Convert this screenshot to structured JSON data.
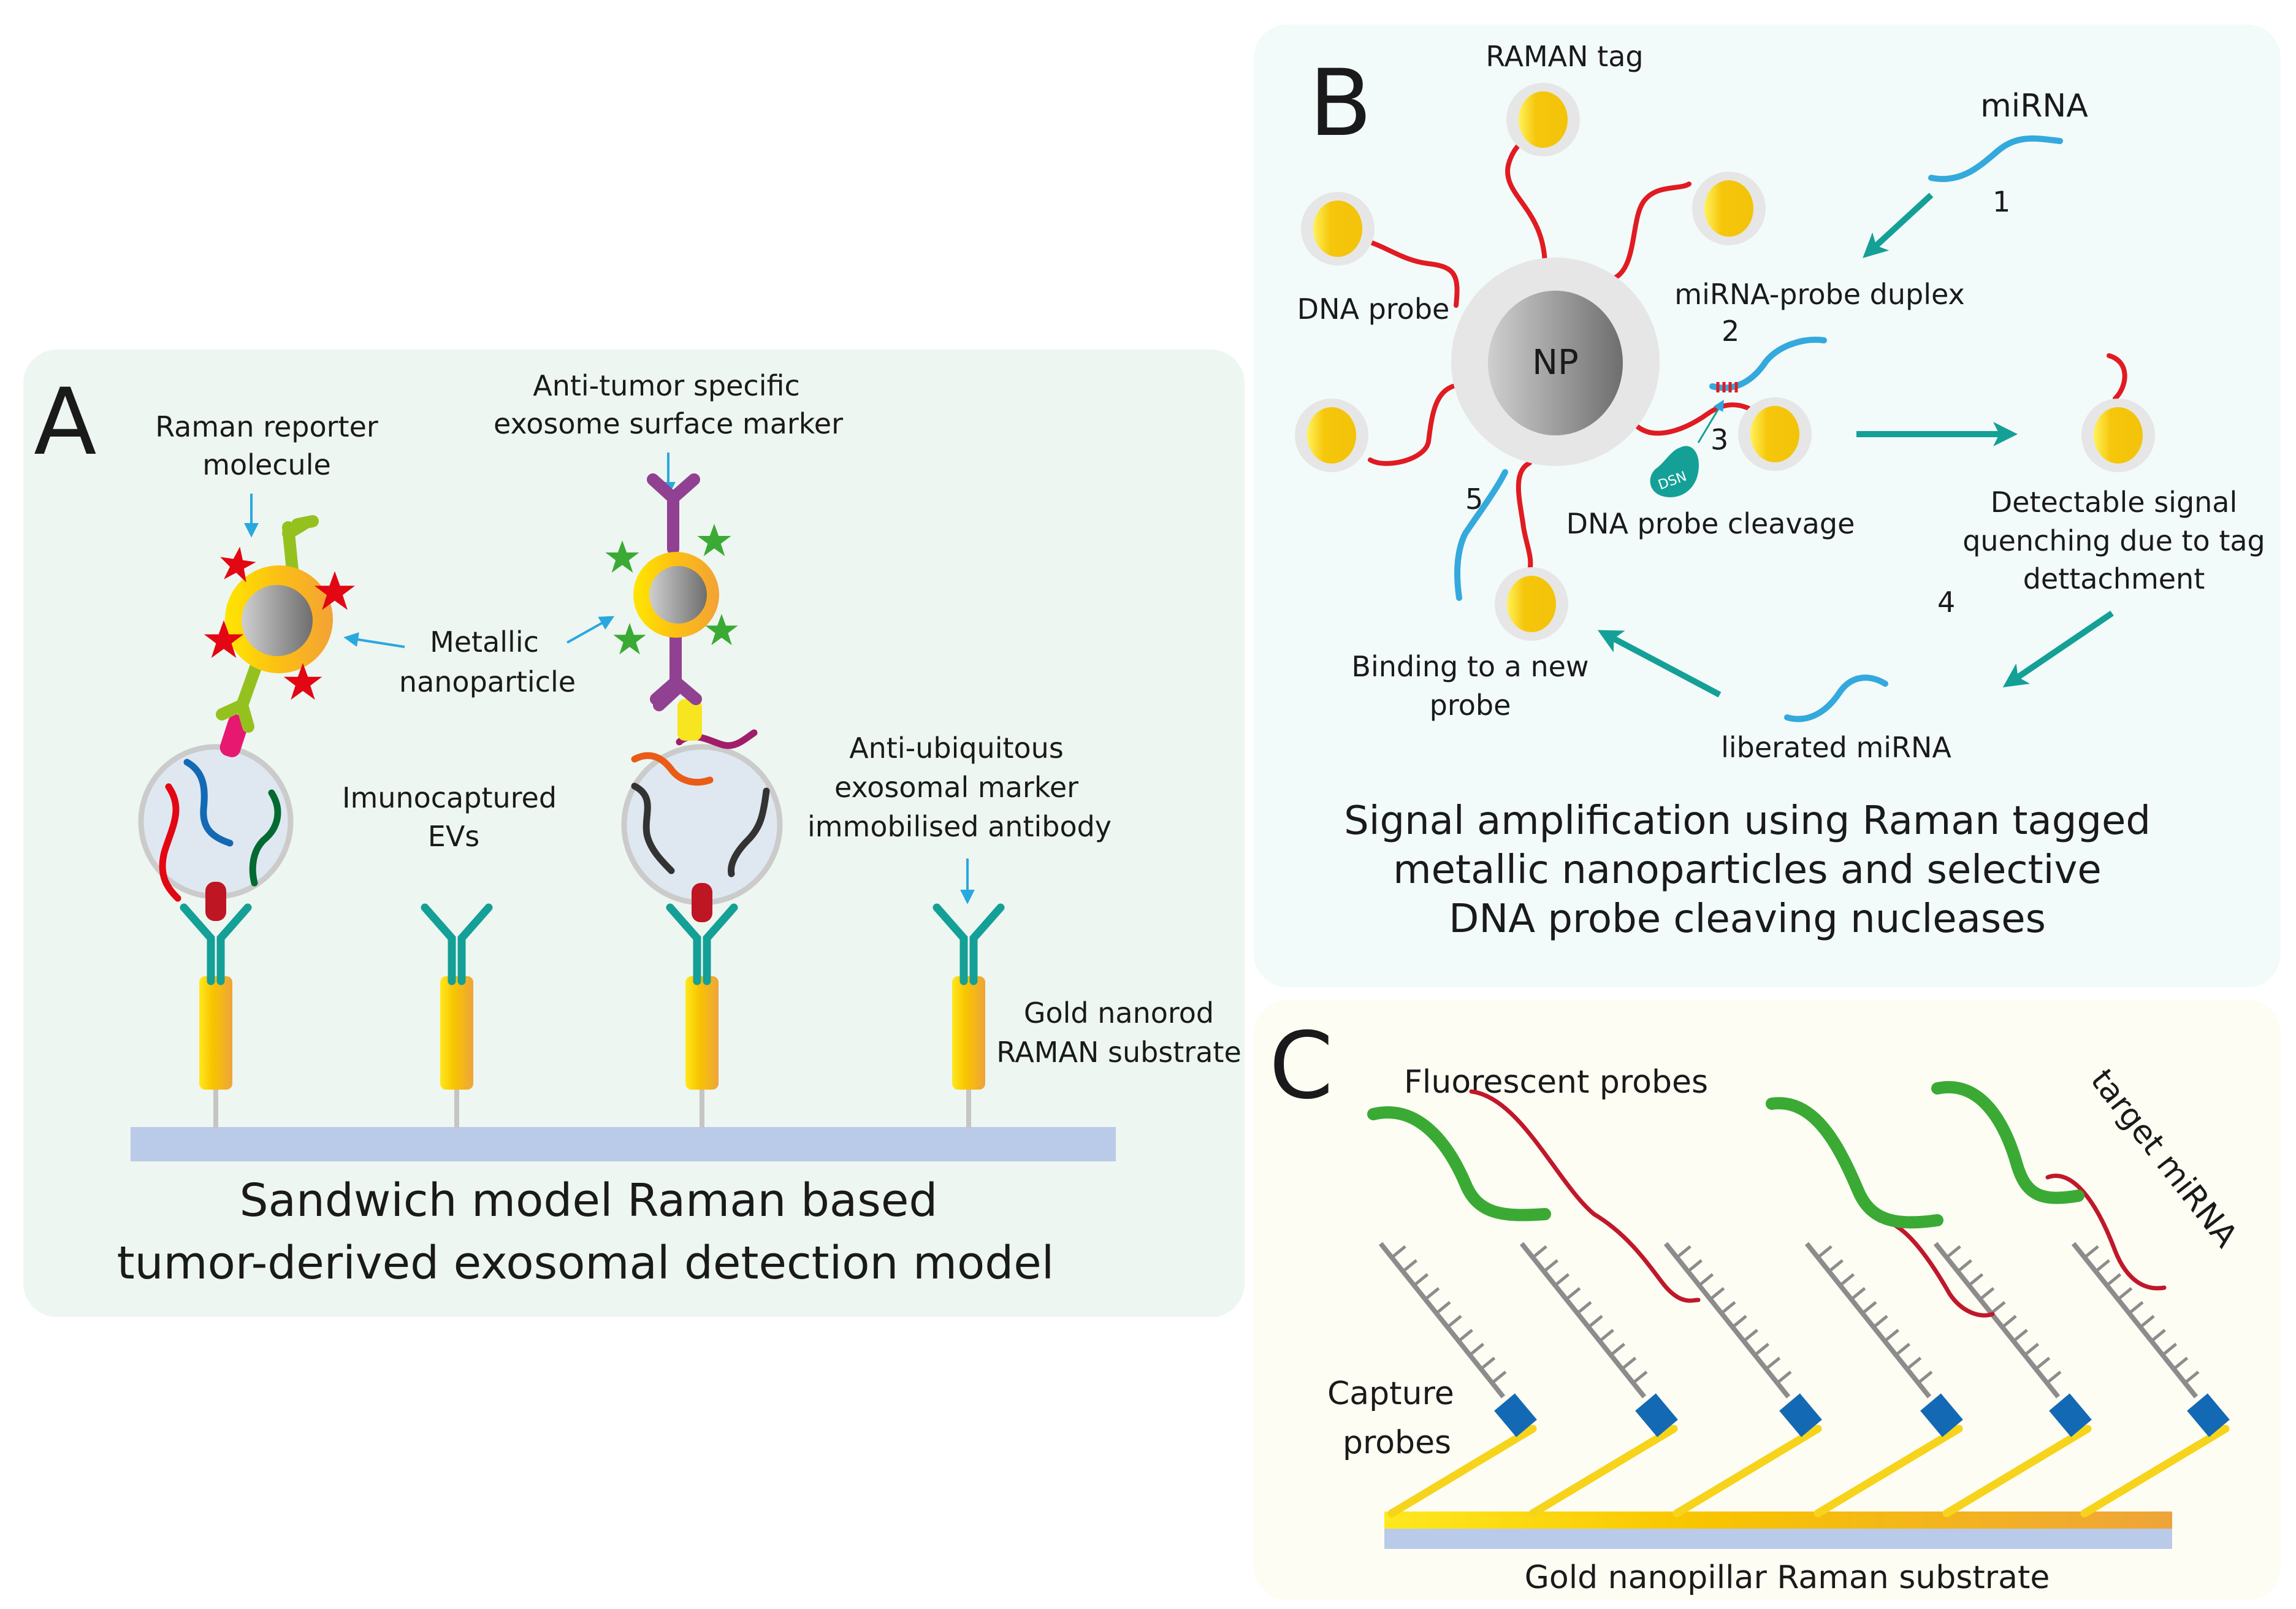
{
  "figure": {
    "panels": [
      {
        "letter": "A",
        "background": "#eef6f1",
        "caption_lines": [
          "Sandwich model Raman based",
          "tumor-derived exosomal detection model"
        ],
        "labels": {
          "raman_reporter": [
            "Raman reporter",
            "molecule"
          ],
          "anti_tumor": [
            "Anti-tumor specific",
            "exosome surface marker"
          ],
          "metallic_np": [
            "Metallic",
            "nanoparticle"
          ],
          "immunocaptured": [
            "Imunocaptured",
            "EVs"
          ],
          "anti_ubiquitous": [
            "Anti-ubiquitous",
            "exosomal marker",
            "immobilised antibody"
          ],
          "gold_nanorod": [
            "Gold nanorod",
            "RAMAN substrate"
          ]
        }
      },
      {
        "letter": "B",
        "background": "#f3fafa",
        "caption_lines": [
          "Signal amplification using Raman tagged",
          "metallic nanoparticles and selective",
          "DNA probe cleaving nucleases"
        ],
        "labels": {
          "raman_tag": "RAMAN tag",
          "mirna": "miRNA",
          "dna_probe": "DNA probe",
          "np": "NP",
          "duplex": "miRNA-probe duplex",
          "cleavage": "DNA probe cleavage",
          "dsn": "DSN",
          "quenching": [
            "Detectable signal",
            "quenching due to tag",
            "dettachment"
          ],
          "binding": [
            "Binding to a new",
            "probe"
          ],
          "liberated": "liberated miRNA"
        },
        "steps": [
          "1",
          "2",
          "3",
          "4",
          "5"
        ]
      },
      {
        "letter": "C",
        "background": "#fdfdf4",
        "caption_lines": [
          "Gold nanopillar Raman substrate"
        ],
        "labels": {
          "fluorescent": "Fluorescent probes",
          "target": "target miRNA",
          "capture": [
            "Capture",
            "probes"
          ]
        }
      }
    ],
    "colors": {
      "teal_arrow": "#14a096",
      "pointer_blue": "#29a8e0",
      "dna_red": "#e01b22",
      "mirna_blue": "#33a9dd",
      "gold": "#f5c70b",
      "substrate_blue": "#b9cbe8",
      "probe_green": "#3aaa35",
      "mirna_red": "#c0182a"
    }
  }
}
